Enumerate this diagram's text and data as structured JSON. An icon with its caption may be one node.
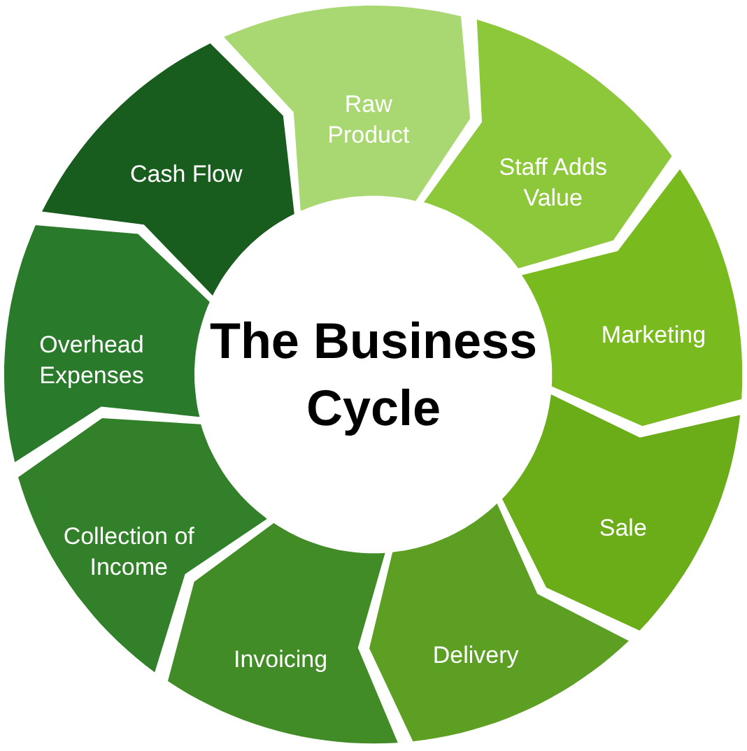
{
  "diagram": {
    "title": "The Business Cycle",
    "nodes": [
      {
        "text": [
          "Raw Product"
        ]
      },
      {
        "text": [
          "Staff Adds Value"
        ]
      },
      {
        "text": [
          "Marketing"
        ]
      },
      {
        "text": [
          "Sale"
        ]
      },
      {
        "text": [
          "Delivery"
        ]
      },
      {
        "text": [
          "Invoicing"
        ]
      },
      {
        "text": [
          "Collection of Income"
        ]
      },
      {
        "text": [
          "Overhead Expenses"
        ]
      },
      {
        "text": [
          "Cash Flow"
        ]
      }
    ]
  }
}
